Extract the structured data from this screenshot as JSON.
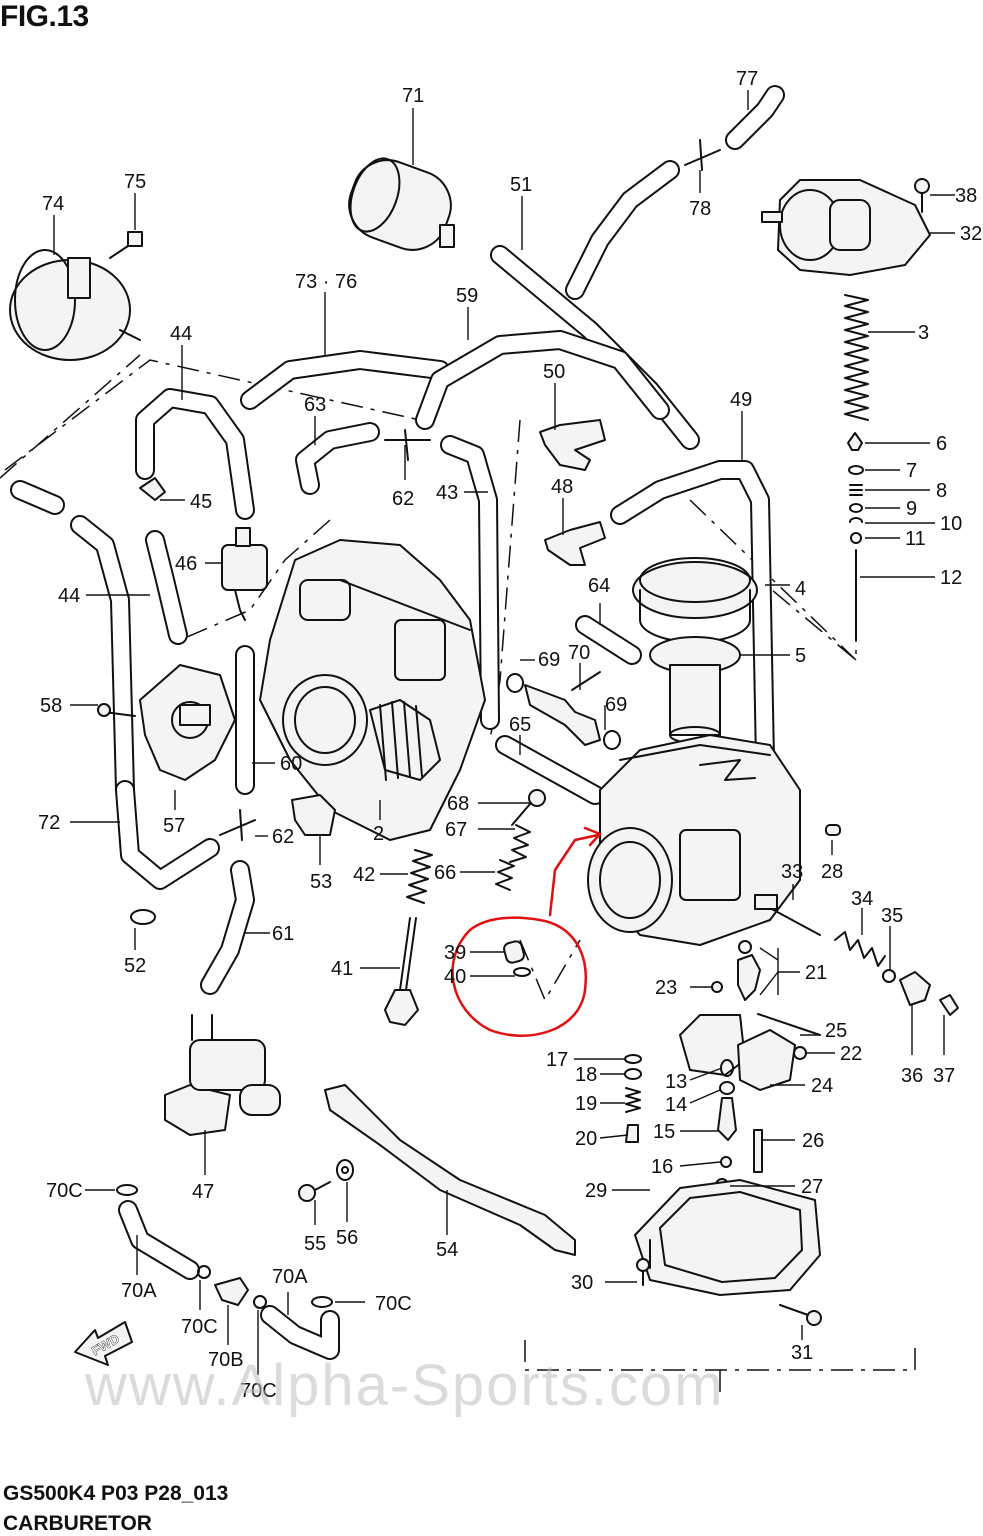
{
  "figure": {
    "title": "FIG.13",
    "code": "GS500K4 P03 P28_013",
    "name": "CARBURETOR",
    "watermark": "www.Alpha-Sports.com"
  },
  "callouts": [
    {
      "id": "c-77",
      "text": "77"
    },
    {
      "id": "c-78",
      "text": "78"
    },
    {
      "id": "c-38",
      "text": "38"
    },
    {
      "id": "c-32",
      "text": "32"
    },
    {
      "id": "c-71",
      "text": "71"
    },
    {
      "id": "c-51",
      "text": "51"
    },
    {
      "id": "c-74",
      "text": "74"
    },
    {
      "id": "c-75",
      "text": "75"
    },
    {
      "id": "c-73-76",
      "text": "73 · 76"
    },
    {
      "id": "c-59",
      "text": "59"
    },
    {
      "id": "c-3",
      "text": "3"
    },
    {
      "id": "c-44a",
      "text": "44"
    },
    {
      "id": "c-63",
      "text": "63"
    },
    {
      "id": "c-50",
      "text": "50"
    },
    {
      "id": "c-49",
      "text": "49"
    },
    {
      "id": "c-6",
      "text": "6"
    },
    {
      "id": "c-7",
      "text": "7"
    },
    {
      "id": "c-8",
      "text": "8"
    },
    {
      "id": "c-9",
      "text": "9"
    },
    {
      "id": "c-10",
      "text": "10"
    },
    {
      "id": "c-11",
      "text": "11"
    },
    {
      "id": "c-12",
      "text": "12"
    },
    {
      "id": "c-45",
      "text": "45"
    },
    {
      "id": "c-62a",
      "text": "62"
    },
    {
      "id": "c-43",
      "text": "43"
    },
    {
      "id": "c-48",
      "text": "48"
    },
    {
      "id": "c-46",
      "text": "46"
    },
    {
      "id": "c-44b",
      "text": "44"
    },
    {
      "id": "c-64",
      "text": "64"
    },
    {
      "id": "c-4",
      "text": "4"
    },
    {
      "id": "c-5",
      "text": "5"
    },
    {
      "id": "c-69a",
      "text": "69"
    },
    {
      "id": "c-70",
      "text": "70"
    },
    {
      "id": "c-69b",
      "text": "69"
    },
    {
      "id": "c-58",
      "text": "58"
    },
    {
      "id": "c-65",
      "text": "65"
    },
    {
      "id": "c-60",
      "text": "60"
    },
    {
      "id": "c-72",
      "text": "72"
    },
    {
      "id": "c-57",
      "text": "57"
    },
    {
      "id": "c-68",
      "text": "68"
    },
    {
      "id": "c-62b",
      "text": "62"
    },
    {
      "id": "c-2",
      "text": "2"
    },
    {
      "id": "c-67",
      "text": "67"
    },
    {
      "id": "c-28",
      "text": "28"
    },
    {
      "id": "c-53",
      "text": "53"
    },
    {
      "id": "c-42",
      "text": "42"
    },
    {
      "id": "c-66",
      "text": "66"
    },
    {
      "id": "c-33",
      "text": "33"
    },
    {
      "id": "c-34",
      "text": "34"
    },
    {
      "id": "c-35",
      "text": "35"
    },
    {
      "id": "c-61",
      "text": "61"
    },
    {
      "id": "c-52",
      "text": "52"
    },
    {
      "id": "c-39",
      "text": "39"
    },
    {
      "id": "c-40",
      "text": "40"
    },
    {
      "id": "c-41",
      "text": "41"
    },
    {
      "id": "c-21",
      "text": "21"
    },
    {
      "id": "c-23",
      "text": "23"
    },
    {
      "id": "c-36",
      "text": "36"
    },
    {
      "id": "c-37",
      "text": "37"
    },
    {
      "id": "c-25",
      "text": "25"
    },
    {
      "id": "c-22",
      "text": "22"
    },
    {
      "id": "c-17",
      "text": "17"
    },
    {
      "id": "c-18",
      "text": "18"
    },
    {
      "id": "c-13",
      "text": "13"
    },
    {
      "id": "c-24",
      "text": "24"
    },
    {
      "id": "c-19",
      "text": "19"
    },
    {
      "id": "c-14",
      "text": "14"
    },
    {
      "id": "c-15",
      "text": "15"
    },
    {
      "id": "c-20",
      "text": "20"
    },
    {
      "id": "c-26",
      "text": "26"
    },
    {
      "id": "c-16",
      "text": "16"
    },
    {
      "id": "c-47",
      "text": "47"
    },
    {
      "id": "c-29",
      "text": "29"
    },
    {
      "id": "c-27",
      "text": "27"
    },
    {
      "id": "c-70c-a",
      "text": "70C"
    },
    {
      "id": "c-55",
      "text": "55"
    },
    {
      "id": "c-56",
      "text": "56"
    },
    {
      "id": "c-54",
      "text": "54"
    },
    {
      "id": "c-70a-a",
      "text": "70A"
    },
    {
      "id": "c-30",
      "text": "30"
    },
    {
      "id": "c-70a-b",
      "text": "70A"
    },
    {
      "id": "c-70c-b",
      "text": "70C"
    },
    {
      "id": "c-70c-c",
      "text": "70C"
    },
    {
      "id": "c-31",
      "text": "31"
    },
    {
      "id": "c-70b",
      "text": "70B"
    },
    {
      "id": "c-70c-d",
      "text": "70C"
    }
  ],
  "icons": {
    "fwd_arrow": "FWD",
    "fwd_arrow_icon": "fwd-arrow-icon"
  },
  "colors": {
    "line": "#111111",
    "annotation": "#e01010",
    "watermark": "#bebebe"
  }
}
